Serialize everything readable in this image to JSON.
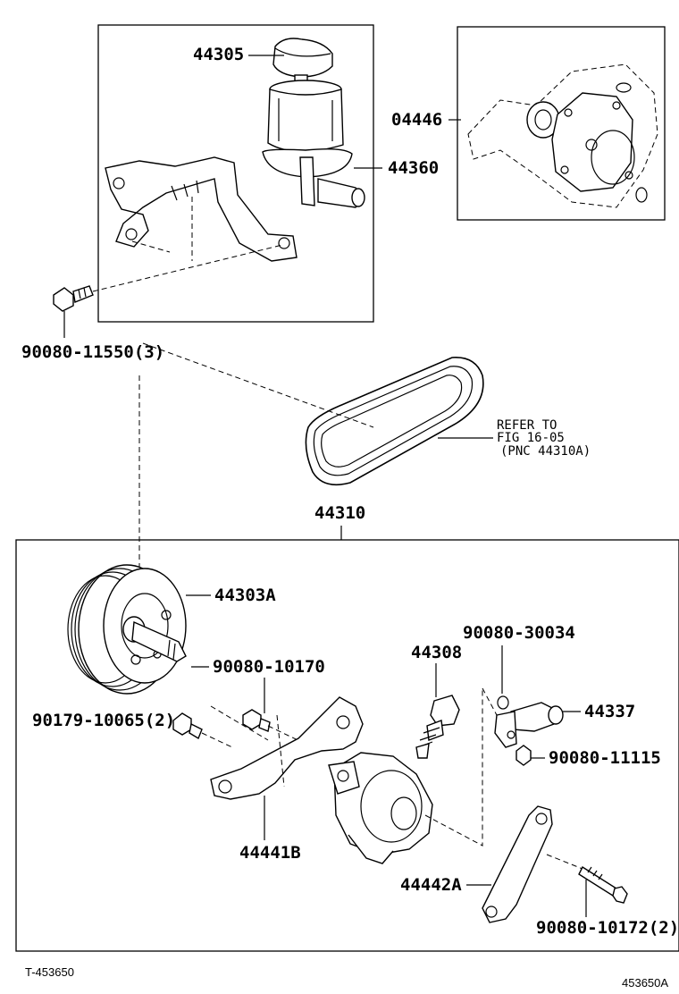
{
  "labels": {
    "p44305": "44305",
    "p44360": "44360",
    "p04446": "04446",
    "bolt_11550": "90080-11550(3)",
    "refer_line1": "REFER TO",
    "refer_line2": "FIG 16-05",
    "refer_line3": "(PNC 44310A)",
    "p44310": "44310",
    "p44303A": "44303A",
    "bolt_10170": "90080-10170",
    "bolt_10065": "90179-10065(2)",
    "p44308": "44308",
    "ring_30034": "90080-30034",
    "p44337": "44337",
    "bolt_11115": "90080-11115",
    "p44441B": "44441B",
    "p44442A": "44442A",
    "bolt_10172": "90080-10172(2)"
  },
  "footer": {
    "left_code": "T-453650",
    "right_code": "453650A"
  }
}
